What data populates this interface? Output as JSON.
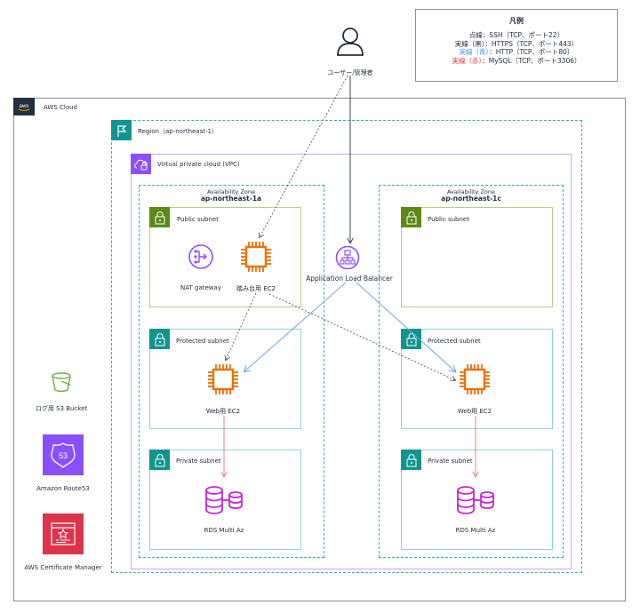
{
  "legend": {
    "title": "凡例",
    "rows": [
      {
        "label": "点線",
        "desc": "：SSH（TCP、ポート22）",
        "color": "#232f3e"
      },
      {
        "label": "実線（黒）",
        "desc": "：HTTPS（TCP、ポート443）",
        "color": "#232f3e"
      },
      {
        "label": "実線（青）",
        "desc": "：HTTP（TCP、ポート80）",
        "color": "#4a90e2"
      },
      {
        "label": "実線（赤）",
        "desc": "：MySQL（TCP、ポート3306）",
        "color": "#e0393e"
      }
    ]
  },
  "user": {
    "label": "ユーザー/管理者",
    "icon": "user-icon"
  },
  "aws_cloud": {
    "label": "AWS Cloud",
    "logo": "aws"
  },
  "region": {
    "label": "Region（ap-northeast-1）",
    "icon": "flag-icon"
  },
  "vpc": {
    "label": "Virtual private cloud (VPC)",
    "icon": "cloud-lock-icon"
  },
  "alb": {
    "label": "Application Load Balancer",
    "icon": "load-balancer-icon"
  },
  "zones": [
    {
      "title": "Availability Zone",
      "name": "ap-northeast-1a",
      "public_subnet": {
        "label": "Public subnet",
        "nat_label": "NAT gateway",
        "bastion_label": "踏み台用 EC2"
      },
      "protected_subnet": {
        "label": "Protected subnet",
        "web_label": "Web用 EC2"
      },
      "private_subnet": {
        "label": "Private subnet",
        "rds_label": "RDS Multi Az"
      }
    },
    {
      "title": "Availability Zone",
      "name": "ap-northeast-1c",
      "public_subnet": {
        "label": "Public subnet"
      },
      "protected_subnet": {
        "label": "Protected subnet",
        "web_label": "Web用 EC2"
      },
      "private_subnet": {
        "label": "Private subnet",
        "rds_label": "RDS Multi Az"
      }
    }
  ],
  "services": [
    {
      "label": "ログ用 S3 Bucket",
      "icon": "s3-bucket-icon",
      "color": "#6aae3e"
    },
    {
      "label": "Amazon Route53",
      "icon": "route53-icon",
      "color": "#8c4fff",
      "badge_text": "53"
    },
    {
      "label": "AWS Certificate Manager",
      "icon": "certificate-manager-icon",
      "color": "#dd344c"
    }
  ],
  "colors": {
    "ec2": "#ed7100",
    "rds": "#c925d1",
    "network": "#8c4fff",
    "ssh_line": "#555555",
    "https_line": "#232f3e",
    "http_line": "#6aa5e8",
    "mysql_line": "#e8727a"
  }
}
